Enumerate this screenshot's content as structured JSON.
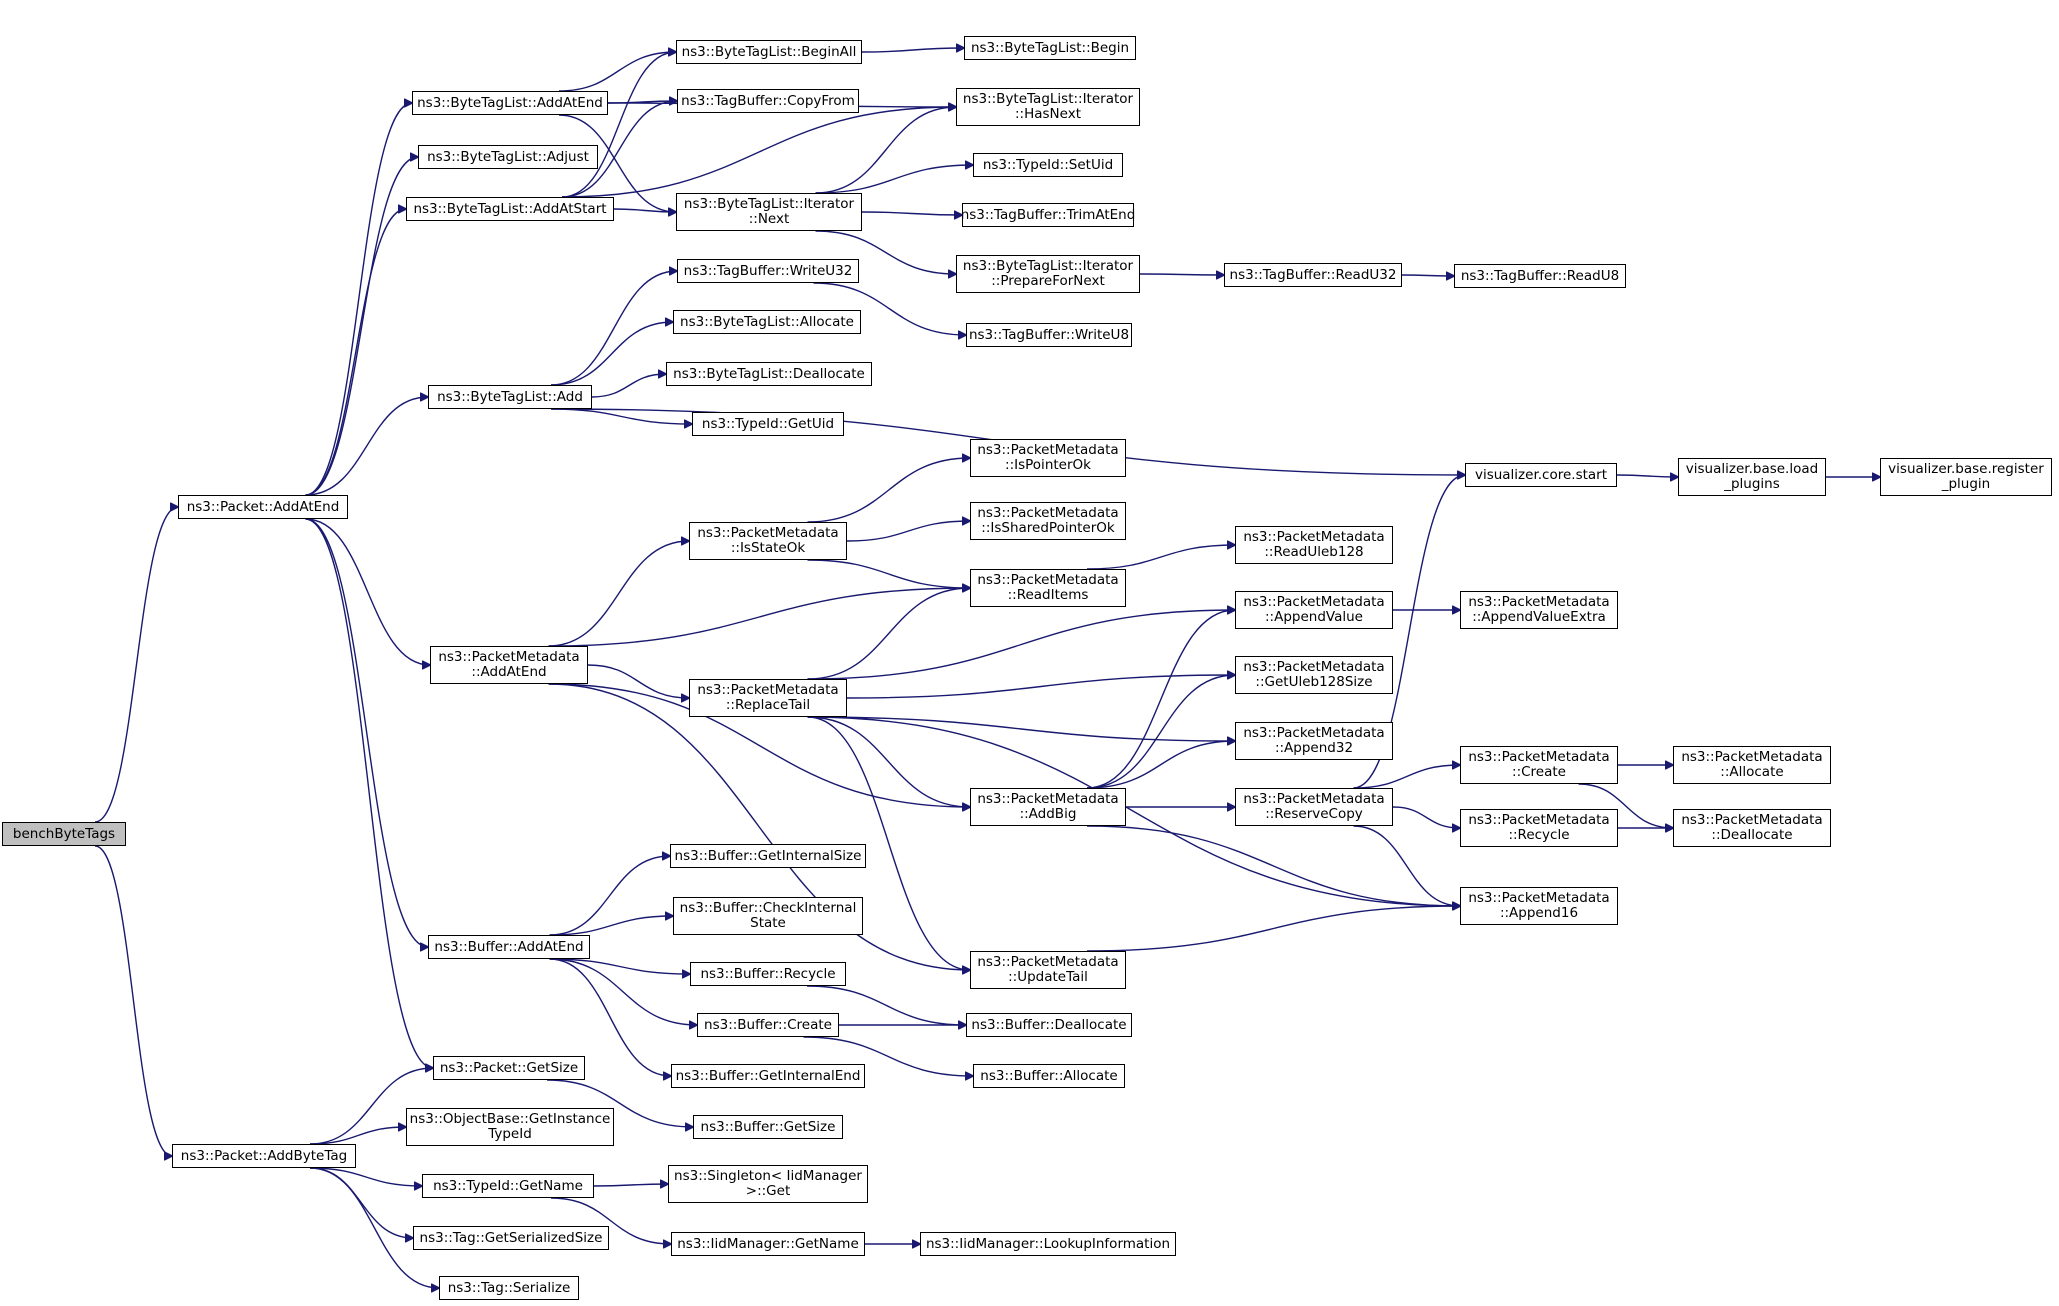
{
  "colors": {
    "edge": "#191970",
    "node_border": "#000000",
    "root_fill": "#bfbfbf",
    "node_fill": "#ffffff"
  },
  "nodes": {
    "benchByteTags": "benchByteTags",
    "packet_AddAtEnd": "ns3::Packet::AddAtEnd",
    "packet_AddByteTag": "ns3::Packet::AddByteTag",
    "btl_AddAtEnd": "ns3::ByteTagList::AddAtEnd",
    "btl_Adjust": "ns3::ByteTagList::Adjust",
    "btl_AddAtStart": "ns3::ByteTagList::AddAtStart",
    "btl_Add": "ns3::ByteTagList::Add",
    "pm_AddAtEnd": "ns3::PacketMetadata\n::AddAtEnd",
    "buffer_AddAtEnd": "ns3::Buffer::AddAtEnd",
    "packet_GetSize": "ns3::Packet::GetSize",
    "ob_GetInstanceTypeId": "ns3::ObjectBase::GetInstance\nTypeId",
    "typeid_GetName": "ns3::TypeId::GetName",
    "tag_GetSerializedSize": "ns3::Tag::GetSerializedSize",
    "tag_Serialize": "ns3::Tag::Serialize",
    "btl_BeginAll": "ns3::ByteTagList::BeginAll",
    "tb_CopyFrom": "ns3::TagBuffer::CopyFrom",
    "btli_Next": "ns3::ByteTagList::Iterator\n::Next",
    "tb_WriteU32": "ns3::TagBuffer::WriteU32",
    "btl_Allocate": "ns3::ByteTagList::Allocate",
    "btl_Deallocate": "ns3::ByteTagList::Deallocate",
    "typeid_GetUid": "ns3::TypeId::GetUid",
    "pm_IsStateOk": "ns3::PacketMetadata\n::IsStateOk",
    "pm_ReplaceTail": "ns3::PacketMetadata\n::ReplaceTail",
    "buffer_GetInternalSize": "ns3::Buffer::GetInternalSize",
    "buffer_CheckInternalState": "ns3::Buffer::CheckInternal\nState",
    "buffer_Recycle": "ns3::Buffer::Recycle",
    "buffer_Create": "ns3::Buffer::Create",
    "buffer_GetInternalEnd": "ns3::Buffer::GetInternalEnd",
    "buffer_GetSize": "ns3::Buffer::GetSize",
    "singleton_Get": "ns3::Singleton< IidManager\n>::Get",
    "iid_GetName": "ns3::IidManager::GetName",
    "btl_Begin": "ns3::ByteTagList::Begin",
    "btli_HasNext": "ns3::ByteTagList::Iterator\n::HasNext",
    "typeid_SetUid": "ns3::TypeId::SetUid",
    "tb_TrimAtEnd": "ns3::TagBuffer::TrimAtEnd",
    "btli_PrepareForNext": "ns3::ByteTagList::Iterator\n::PrepareForNext",
    "tb_WriteU8": "ns3::TagBuffer::WriteU8",
    "pm_IsPointerOk": "ns3::PacketMetadata\n::IsPointerOk",
    "pm_IsSharedPointerOk": "ns3::PacketMetadata\n::IsSharedPointerOk",
    "pm_ReadItems": "ns3::PacketMetadata\n::ReadItems",
    "pm_AddBig": "ns3::PacketMetadata\n::AddBig",
    "pm_UpdateTail": "ns3::PacketMetadata\n::UpdateTail",
    "buffer_Deallocate": "ns3::Buffer::Deallocate",
    "buffer_Allocate": "ns3::Buffer::Allocate",
    "iid_LookupInformation": "ns3::IidManager::LookupInformation",
    "tb_ReadU32": "ns3::TagBuffer::ReadU32",
    "tb_ReadU8": "ns3::TagBuffer::ReadU8",
    "pm_ReadUleb128": "ns3::PacketMetadata\n::ReadUleb128",
    "pm_AppendValue": "ns3::PacketMetadata\n::AppendValue",
    "pm_GetUleb128Size": "ns3::PacketMetadata\n::GetUleb128Size",
    "pm_Append32": "ns3::PacketMetadata\n::Append32",
    "pm_ReserveCopy": "ns3::PacketMetadata\n::ReserveCopy",
    "vis_core_start": "visualizer.core.start",
    "pm_AppendValueExtra": "ns3::PacketMetadata\n::AppendValueExtra",
    "pm_Create": "ns3::PacketMetadata\n::Create",
    "pm_Recycle": "ns3::PacketMetadata\n::Recycle",
    "pm_Append16": "ns3::PacketMetadata\n::Append16",
    "vis_load_plugins": "visualizer.base.load\n_plugins",
    "pm_Allocate": "ns3::PacketMetadata\n::Allocate",
    "pm_Deallocate": "ns3::PacketMetadata\n::Deallocate",
    "vis_register_plugin": "visualizer.base.register\n_plugin"
  }
}
